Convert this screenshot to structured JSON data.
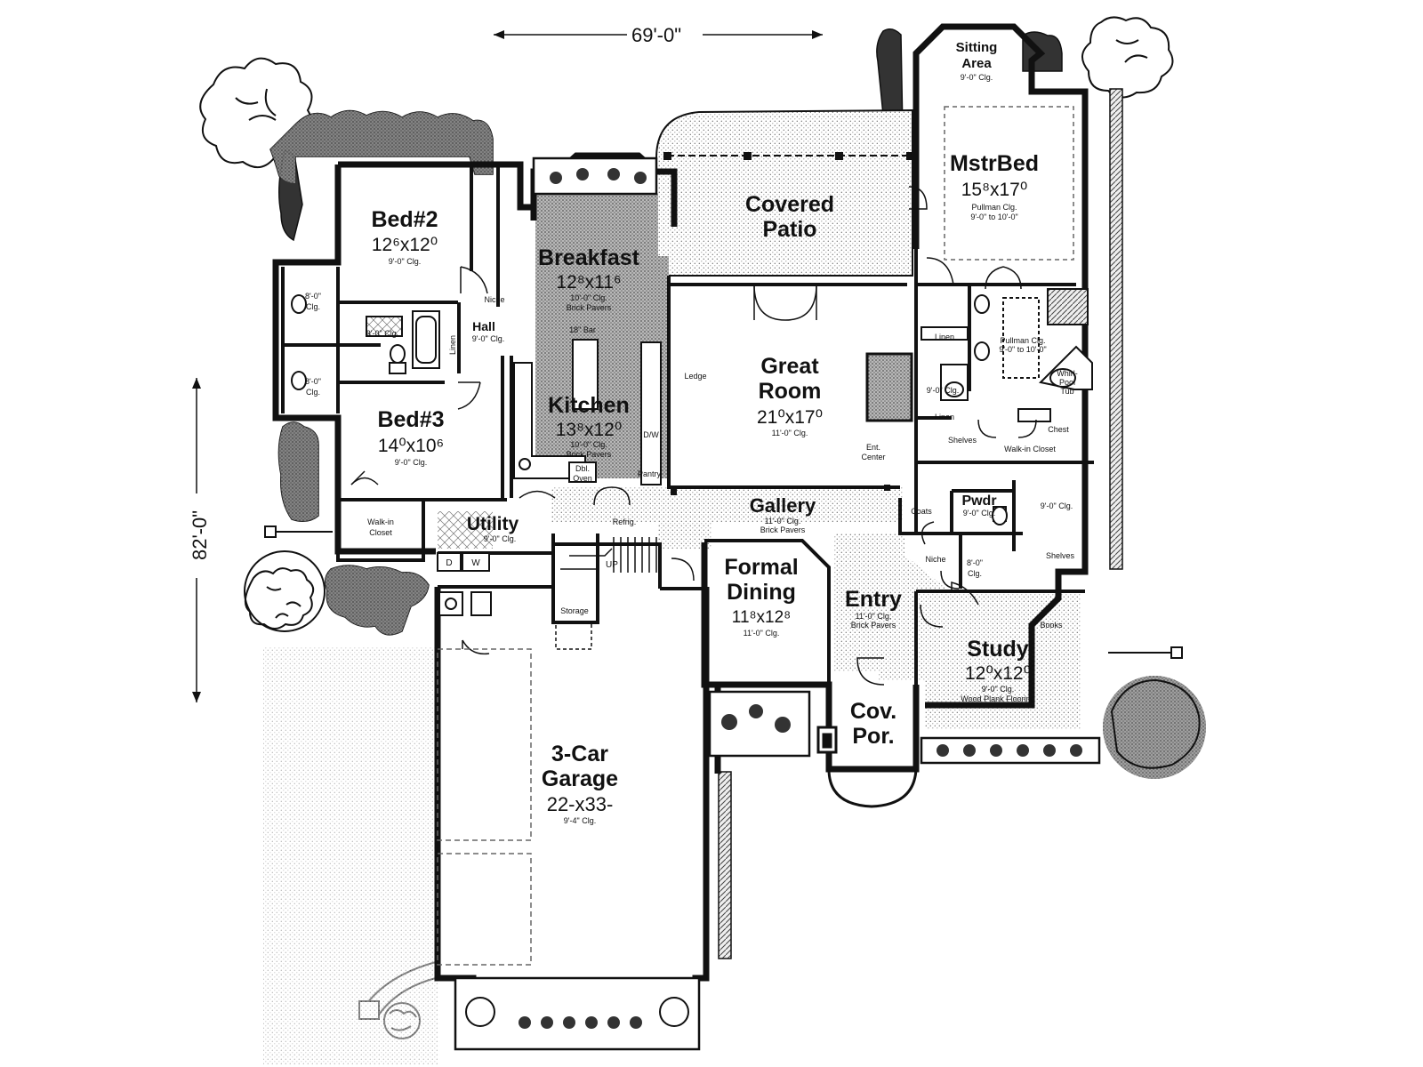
{
  "overall": {
    "width": "69'-0\"",
    "depth": "82'-0\""
  },
  "rooms": {
    "sitting": {
      "name": "Sitting Area",
      "name1": "Sitting",
      "name2": "Area",
      "clg": "9'-0\" Clg."
    },
    "mstrbed": {
      "name": "MstrBed",
      "size": "15⁸x17⁰",
      "note1": "Pullman Clg.",
      "note2": "9'-0\" to 10'-0\""
    },
    "covered_patio": {
      "name1": "Covered",
      "name2": "Patio"
    },
    "bed2": {
      "name": "Bed#2",
      "size": "12⁶x12⁰",
      "clg": "9'-0\" Clg."
    },
    "bed3": {
      "name": "Bed#3",
      "size": "14⁰x10⁶",
      "clg": "9'-0\" Clg."
    },
    "breakfast": {
      "name": "Breakfast",
      "size": "12⁸x11⁶",
      "clg": "10'-0\" Clg.",
      "floor": "Brick Pavers"
    },
    "kitchen": {
      "name": "Kitchen",
      "size": "13⁸x12⁰",
      "clg": "10'-0\" Clg.",
      "floor": "Brick Pavers",
      "bar": "18\" Bar"
    },
    "great_room": {
      "name1": "Great",
      "name2": "Room",
      "size": "21⁰x17⁰",
      "clg": "11'-0\" Clg."
    },
    "gallery": {
      "name": "Gallery",
      "clg": "11'-0\" Clg.",
      "floor": "Brick Pavers"
    },
    "utility": {
      "name": "Utility",
      "clg": "9'-0\" Clg."
    },
    "formal_dining": {
      "name1": "Formal",
      "name2": "Dining",
      "size": "11⁸x12⁸",
      "clg": "11'-0\" Clg."
    },
    "entry": {
      "name": "Entry",
      "clg": "11'-0\" Clg.",
      "floor": "Brick Pavers"
    },
    "study": {
      "name": "Study",
      "size": "12⁰x12⁰",
      "clg": "9'-0\" Clg.",
      "floor": "Wood Plank Flooring"
    },
    "cov_por": {
      "name1": "Cov.",
      "name2": "Por."
    },
    "garage": {
      "name1": "3-Car",
      "name2": "Garage",
      "size": "22-x33-",
      "clg": "9'-4\" Clg."
    },
    "pwdr": {
      "name": "Pwdr",
      "clg": "9'-0\" Clg."
    },
    "hall": {
      "name": "Hall",
      "clg": "9'-0\" Clg."
    },
    "walkin_closet": {
      "name1": "Walk-in",
      "name2": "Closet"
    },
    "master_closet": {
      "name": "Walk-in Closet",
      "clg": "9'-0\" Clg."
    },
    "master_bath": {
      "clg": "Pullman Clg.",
      "clg2": "9'-0\" to 10'-0\"",
      "tub1": "Whirl-",
      "tub2": "Pool",
      "tub3": "Tub"
    }
  },
  "small_labels": {
    "niche": "Niche",
    "linen": "Linen",
    "ledge": "Ledge",
    "pantry": "Pantry",
    "dw": "D/W",
    "dbl_oven1": "Dbl.",
    "dbl_oven2": "Oven",
    "refrig": "Refrig.",
    "storage": "Storage",
    "up": "UP",
    "d": "D",
    "w": "W",
    "ent_center1": "Ent.",
    "ent_center2": "Center",
    "shelves": "Shelves",
    "coats": "Coats",
    "books": "Books",
    "chest": "Chest",
    "clg_8": "8'-0\"",
    "clg_clg": "Clg.",
    "clg_9": "9'-0\" Clg."
  },
  "colors": {
    "wall": "#111111",
    "background": "#ffffff",
    "shrub": "#2a2a2a"
  }
}
